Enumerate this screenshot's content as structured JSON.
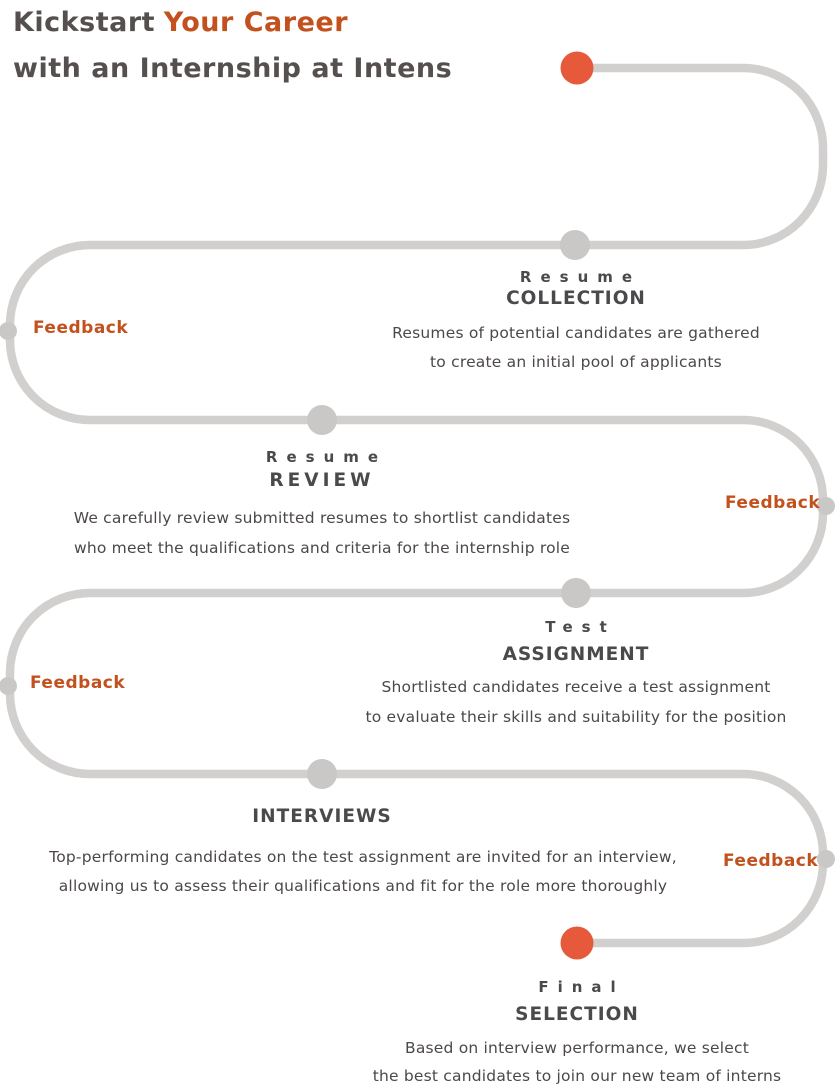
{
  "header": {
    "title_dark1": "Kickstart",
    "title_accent": "Your Career",
    "title_line2": "with an Internship at Intens"
  },
  "colors": {
    "accent_orange": "#c2511d",
    "dot_red": "#e6593b",
    "line_gray": "#d2d0cf",
    "node_gray": "#cac8c7",
    "title_dark": "#55504d",
    "step_title": "#4a4a4c",
    "body_text": "#4c4847",
    "page_bg": "#ffffff"
  },
  "steps": [
    {
      "kicker": "Resume",
      "name": "COLLECTION",
      "desc1": "Resumes of potential candidates are gathered",
      "desc2": "to create an initial pool of applicants"
    },
    {
      "kicker": "Resume",
      "name": "REVIEW",
      "desc1": "We carefully review submitted resumes to shortlist candidates",
      "desc2": "who meet the qualifications and criteria for the internship role"
    },
    {
      "kicker": "Test",
      "name": "ASSIGNMENT",
      "desc1": "Shortlisted candidates receive a test assignment",
      "desc2": "to evaluate their skills and suitability for the position"
    },
    {
      "kicker": "",
      "name": "INTERVIEWS",
      "desc1": "Top-performing candidates on the test assignment are invited for an interview,",
      "desc2": "allowing us to assess their qualifications and fit for the role more thoroughly"
    },
    {
      "kicker": "Final",
      "name": "SELECTION",
      "desc1": "Based on interview performance, we select",
      "desc2": "the best candidates to join our new team of interns"
    }
  ],
  "feedback_labels": [
    "Feedback",
    "Feedback",
    "Feedback",
    "Feedback"
  ]
}
